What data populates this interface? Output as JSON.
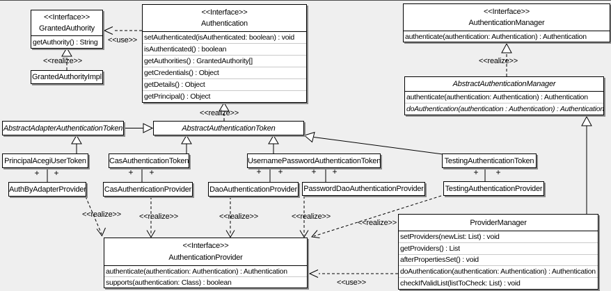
{
  "diagram": {
    "classes": {
      "granted_authority": {
        "stereotype": "<<Interface>>",
        "name": "GrantedAuthority",
        "methods": [
          "getAuthority() : String"
        ]
      },
      "granted_authority_impl": {
        "name": "GrantedAuthorityImpl"
      },
      "authentication": {
        "stereotype": "<<Interface>>",
        "name": "Authentication",
        "methods": [
          "setAuthenticated(isAuthenticated: boolean) : void",
          "isAuthenticated() : boolean",
          "getAuthorities() : GrantedAuthority[]",
          "getCredentials() : Object",
          "getDetails() : Object",
          "getPrincipal() : Object"
        ]
      },
      "authentication_manager": {
        "stereotype": "<<Interface>>",
        "name": "AuthenticationManager",
        "methods": [
          "authenticate(authentication: Authentication) : Authentication"
        ]
      },
      "abstract_authentication_manager": {
        "name": "AbstractAuthenticationManager",
        "methods": [
          "authenticate(authentication: Authentication) : Authentication",
          "doAuthentication(authentication : Authentication) : Authentication"
        ]
      },
      "abstract_adapter_authentication_token": {
        "name": "AbstractAdapterAuthenticationToken"
      },
      "abstract_authentication_token": {
        "name": "AbstractAuthenticationToken"
      },
      "principal_acegi_user_token": {
        "name": "PrincipalAcegiUserToken"
      },
      "cas_authentication_token": {
        "name": "CasAuthenticationToken"
      },
      "username_password_authentication_token": {
        "name": "UsernamePasswordAuthenticationToken"
      },
      "testing_authentication_token": {
        "name": "TestingAuthenticationToken"
      },
      "auth_by_adapter_provider": {
        "name": "AuthByAdapterProvider"
      },
      "cas_authentication_provider": {
        "name": "CasAuthenticationProvider"
      },
      "dao_authentication_provider": {
        "name": "DaoAuthenticationProvider"
      },
      "password_dao_authentication_provider": {
        "name": "PasswordDaoAuthenticationProvider"
      },
      "testing_authentication_provider": {
        "name": "TestingAuthenticationProvider"
      },
      "authentication_provider": {
        "stereotype": "<<Interface>>",
        "name": "AuthenticationProvider",
        "methods": [
          "authenticate(authentication: Authentication) : Authentication",
          "supports(authentication: Class) : boolean"
        ]
      },
      "provider_manager": {
        "name": "ProviderManager",
        "methods": [
          "setProviders(newList: List) : void",
          "getProviders() : List",
          "afterPropertiesSet() : void",
          "doAuthentication(authentication: Authentication) : Authentication",
          "checkIfValidList(listToCheck: List) : void"
        ]
      }
    },
    "edge_labels": {
      "use_authentication_to_granted_authority": "<<use>>",
      "realize_granted_authority_impl": "<<realize>>",
      "realize_abstract_token": "<<realize>>",
      "realize_abstract_manager": "<<realize>>",
      "realize_auth_by_adapter": "<<realize>>",
      "realize_cas_provider": "<<realize>>",
      "realize_dao_provider": "<<realize>>",
      "realize_password_dao_provider": "<<realize>>",
      "realize_testing_provider": "<<realize>>",
      "use_provider_manager": "<<use>>"
    },
    "multiplicity": "+",
    "colors": {
      "background": "#efefef",
      "box_fill": "#ffffff",
      "line": "#000000",
      "row_separator": "#c9c9c9"
    }
  }
}
